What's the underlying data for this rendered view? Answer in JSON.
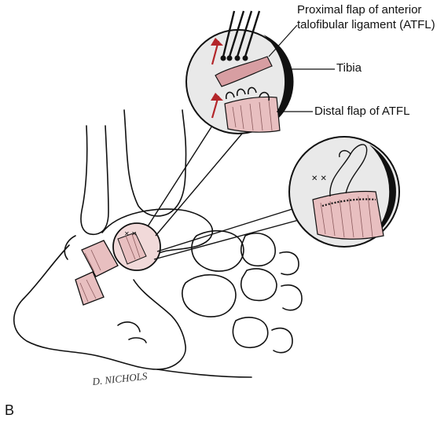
{
  "labels": {
    "proximal_flap_line1": "Proximal flap of anterior",
    "proximal_flap_line2": "talofibular ligament (ATFL)",
    "tibia": "Tibia",
    "distal_flap": "Distal flap of ATFL"
  },
  "panel_letter": "B",
  "signature": "D. NICHOLS",
  "colors": {
    "ligament": "#e8bfc0",
    "ligament_dark": "#d79ea2",
    "arrow": "#b3262a",
    "inset_bg": "#e9e9e9",
    "line": "#111111"
  }
}
